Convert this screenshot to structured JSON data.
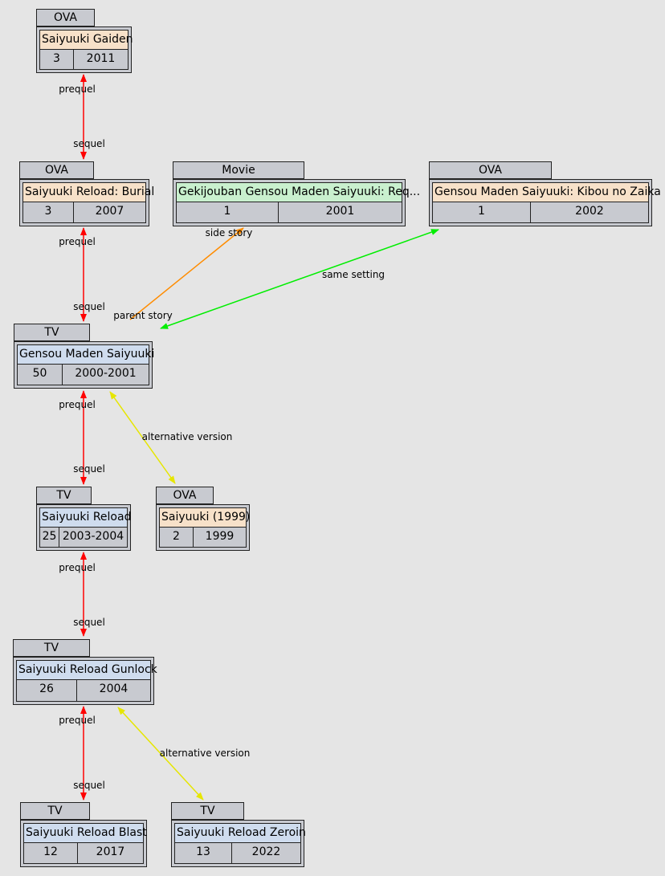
{
  "colors": {
    "background": "#e5e5e5",
    "tab_fill": "#c8cad0",
    "tv_title_fill": "#cfdcee",
    "ova_title_fill": "#f7e1c9",
    "movie_title_fill": "#c9f0ce",
    "prequel_sequel": "#ff0000",
    "side_story": "#ff8c00",
    "same_setting": "#00ee00",
    "alternative_version": "#e6e600"
  },
  "nodes": [
    {
      "id": "gaiden",
      "type": "OVA",
      "title": "Saiyuuki Gaiden",
      "episodes": "3",
      "year": "2011"
    },
    {
      "id": "burial",
      "type": "OVA",
      "title": "Saiyuuki Reload: Burial",
      "episodes": "3",
      "year": "2007"
    },
    {
      "id": "requiem",
      "type": "Movie",
      "title": "Gekijouban Gensou Maden Saiyuuki: Req...",
      "episodes": "1",
      "year": "2001"
    },
    {
      "id": "kibou",
      "type": "OVA",
      "title": "Gensou Maden Saiyuuki: Kibou no Zaika",
      "episodes": "1",
      "year": "2002"
    },
    {
      "id": "gensou",
      "type": "TV",
      "title": "Gensou Maden Saiyuuki",
      "episodes": "50",
      "year": "2000-2001"
    },
    {
      "id": "reload",
      "type": "TV",
      "title": "Saiyuuki Reload",
      "episodes": "25",
      "year": "2003-2004"
    },
    {
      "id": "saiyuuki1999",
      "type": "OVA",
      "title": "Saiyuuki (1999)",
      "episodes": "2",
      "year": "1999"
    },
    {
      "id": "gunlock",
      "type": "TV",
      "title": "Saiyuuki Reload Gunlock",
      "episodes": "26",
      "year": "2004"
    },
    {
      "id": "blast",
      "type": "TV",
      "title": "Saiyuuki Reload Blast",
      "episodes": "12",
      "year": "2017"
    },
    {
      "id": "zeroin",
      "type": "TV",
      "title": "Saiyuuki Reload Zeroin",
      "episodes": "13",
      "year": "2022"
    }
  ],
  "edges": [
    {
      "id": "e1",
      "from": "gaiden",
      "to": "burial",
      "relation": "prequel-sequel",
      "label_a": "prequel",
      "label_b": "sequel"
    },
    {
      "id": "e2",
      "from": "burial",
      "to": "gensou",
      "relation": "prequel-sequel",
      "label_a": "prequel",
      "label_b": "sequel"
    },
    {
      "id": "e3",
      "from": "requiem",
      "to": "gensou",
      "relation": "side-story",
      "label_a": "side story",
      "label_b": "parent story"
    },
    {
      "id": "e4",
      "from": "kibou",
      "to": "gensou",
      "relation": "same-setting",
      "label_a": "same setting"
    },
    {
      "id": "e5",
      "from": "gensou",
      "to": "reload",
      "relation": "prequel-sequel",
      "label_a": "prequel",
      "label_b": "sequel"
    },
    {
      "id": "e6",
      "from": "gensou",
      "to": "saiyuuki1999",
      "relation": "alternative-version",
      "label_a": "alternative version"
    },
    {
      "id": "e7",
      "from": "reload",
      "to": "gunlock",
      "relation": "prequel-sequel",
      "label_a": "prequel",
      "label_b": "sequel"
    },
    {
      "id": "e8",
      "from": "gunlock",
      "to": "blast",
      "relation": "prequel-sequel",
      "label_a": "prequel",
      "label_b": "sequel"
    },
    {
      "id": "e9",
      "from": "gunlock",
      "to": "zeroin",
      "relation": "alternative-version",
      "label_a": "alternative version"
    }
  ]
}
